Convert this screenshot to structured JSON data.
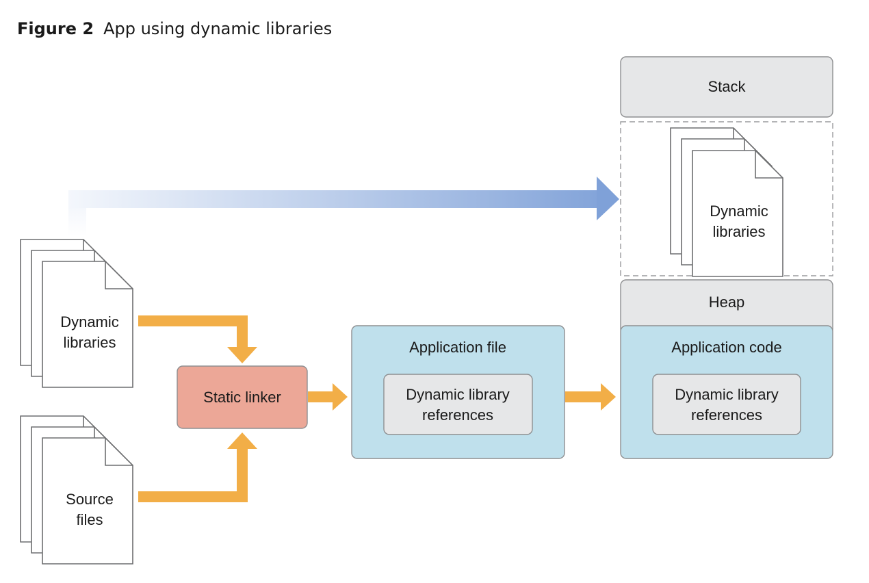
{
  "figure": {
    "number_label": "Figure 2",
    "title": "App using dynamic libraries"
  },
  "inputs": {
    "dynamic_libraries": [
      "Dynamic",
      "libraries"
    ],
    "source_files": [
      "Source",
      "files"
    ]
  },
  "static_linker": "Static linker",
  "application_file": {
    "title": "Application file",
    "inner": [
      "Dynamic library",
      "references"
    ]
  },
  "memory": {
    "stack": "Stack",
    "dynamic_libraries": [
      "Dynamic",
      "libraries"
    ],
    "heap": "Heap",
    "application_code": {
      "title": "Application code",
      "inner": [
        "Dynamic library",
        "references"
      ]
    }
  },
  "colors": {
    "orange_arrow": "#f2ae47",
    "blue_arrow": "#7fa1d8",
    "linker_fill": "#eca797",
    "app_fill": "#bfe0ec",
    "grey_fill": "#e6e7e8"
  }
}
